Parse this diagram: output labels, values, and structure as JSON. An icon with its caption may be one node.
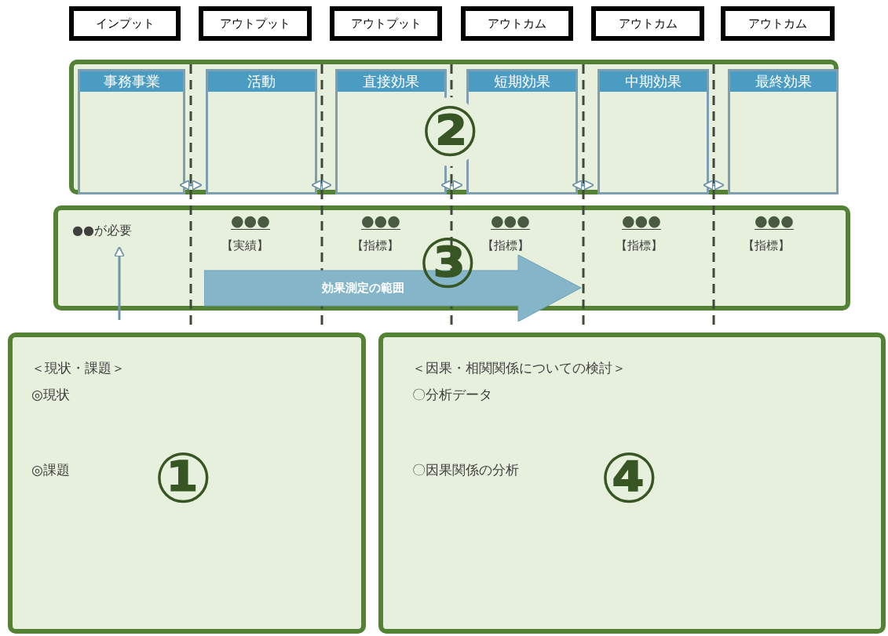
{
  "diagram": {
    "nodes": [
      {
        "text": [
          "インプット"
        ]
      },
      {
        "text": [
          "アウトプット"
        ]
      },
      {
        "text": [
          "アウトプット"
        ]
      },
      {
        "text": [
          "アウトカム"
        ]
      },
      {
        "text": [
          "アウトカム"
        ]
      },
      {
        "text": [
          "アウトカム"
        ]
      },
      {
        "text": [
          "②"
        ]
      },
      {
        "text": [
          "事務事業"
        ],
        "in": 6
      },
      {
        "text": [
          "活動"
        ],
        "in": 6
      },
      {
        "text": [
          "直接効果"
        ],
        "in": 6
      },
      {
        "text": [
          "短期効果"
        ],
        "in": 6
      },
      {
        "text": [
          "中期効果"
        ],
        "in": 6
      },
      {
        "text": [
          "最終効果"
        ],
        "in": 6
      },
      {
        "text": [
          "③"
        ]
      },
      {
        "text": [
          "●●が必要"
        ],
        "in": 13
      },
      {
        "text": [
          "効果測定の範囲"
        ]
      },
      {
        "text": [
          "＜現状・課題＞",
          "◎現状",
          "◎課題",
          "①"
        ]
      },
      {
        "text": [
          "＜因果・相関関係についての検討＞",
          "〇分析データ",
          "〇因果関係の分析",
          "④"
        ]
      }
    ],
    "edges": [
      {
        "from": 7,
        "to": 8,
        "arrow": "both"
      },
      {
        "from": 8,
        "to": 9,
        "arrow": "both"
      },
      {
        "from": 9,
        "to": 10,
        "arrow": "both"
      },
      {
        "from": 10,
        "to": 11,
        "arrow": "both"
      },
      {
        "from": 11,
        "to": 12,
        "arrow": "both"
      },
      {
        "from": null,
        "to": 14,
        "arrow": "to"
      }
    ],
    "labels": [
      "●●●",
      "●●●",
      "●●●",
      "●●●",
      "●●●",
      "【実績】",
      "【指標】",
      "【指標】",
      "【指標】",
      "【指標】"
    ]
  }
}
